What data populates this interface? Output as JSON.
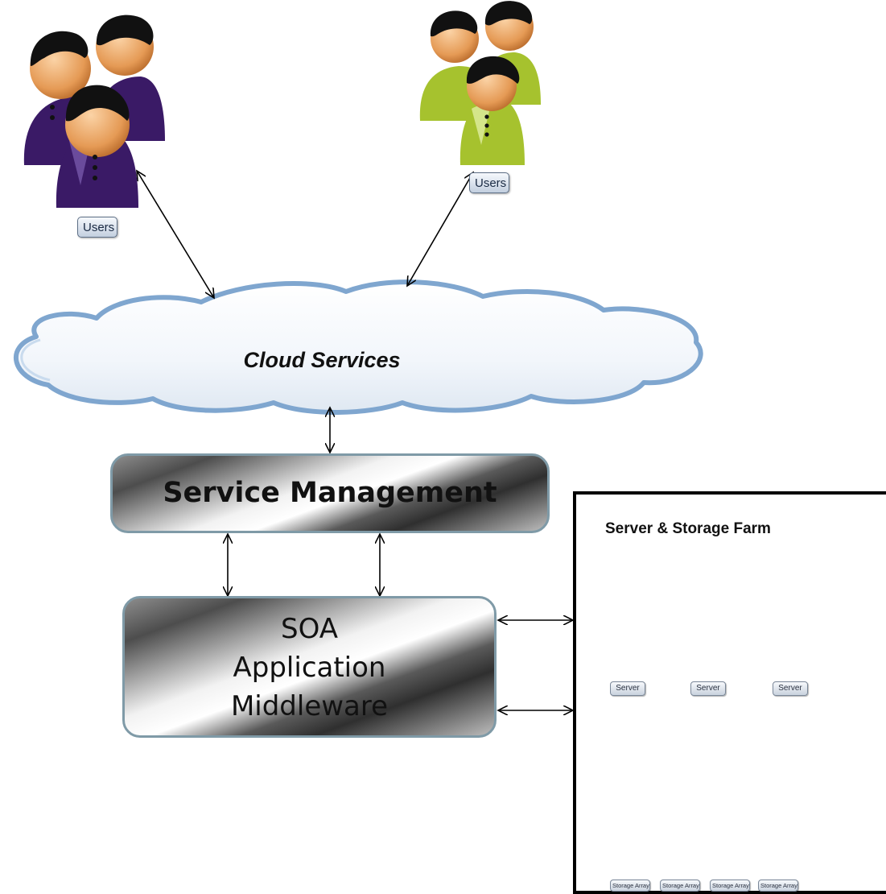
{
  "diagram": {
    "cloud": {
      "label": "Cloud Services"
    },
    "user_groups": [
      {
        "label": "Users",
        "color": "#3a1a66"
      },
      {
        "label": "Users",
        "color": "#a6c22e"
      }
    ],
    "service_management": {
      "label": "Service Management"
    },
    "soa": {
      "lines": [
        "SOA",
        "Application",
        "Middleware"
      ]
    },
    "farm": {
      "title": "Server & Storage Farm",
      "servers": [
        "Server",
        "Server",
        "Server"
      ],
      "storage_arrays": [
        "Storage Array",
        "Storage Array",
        "Storage Array",
        "Storage Array"
      ]
    },
    "colors": {
      "cloud_outline": "#7fa6cf",
      "box_border": "#7f9aa7",
      "arrow": "#000000"
    }
  }
}
